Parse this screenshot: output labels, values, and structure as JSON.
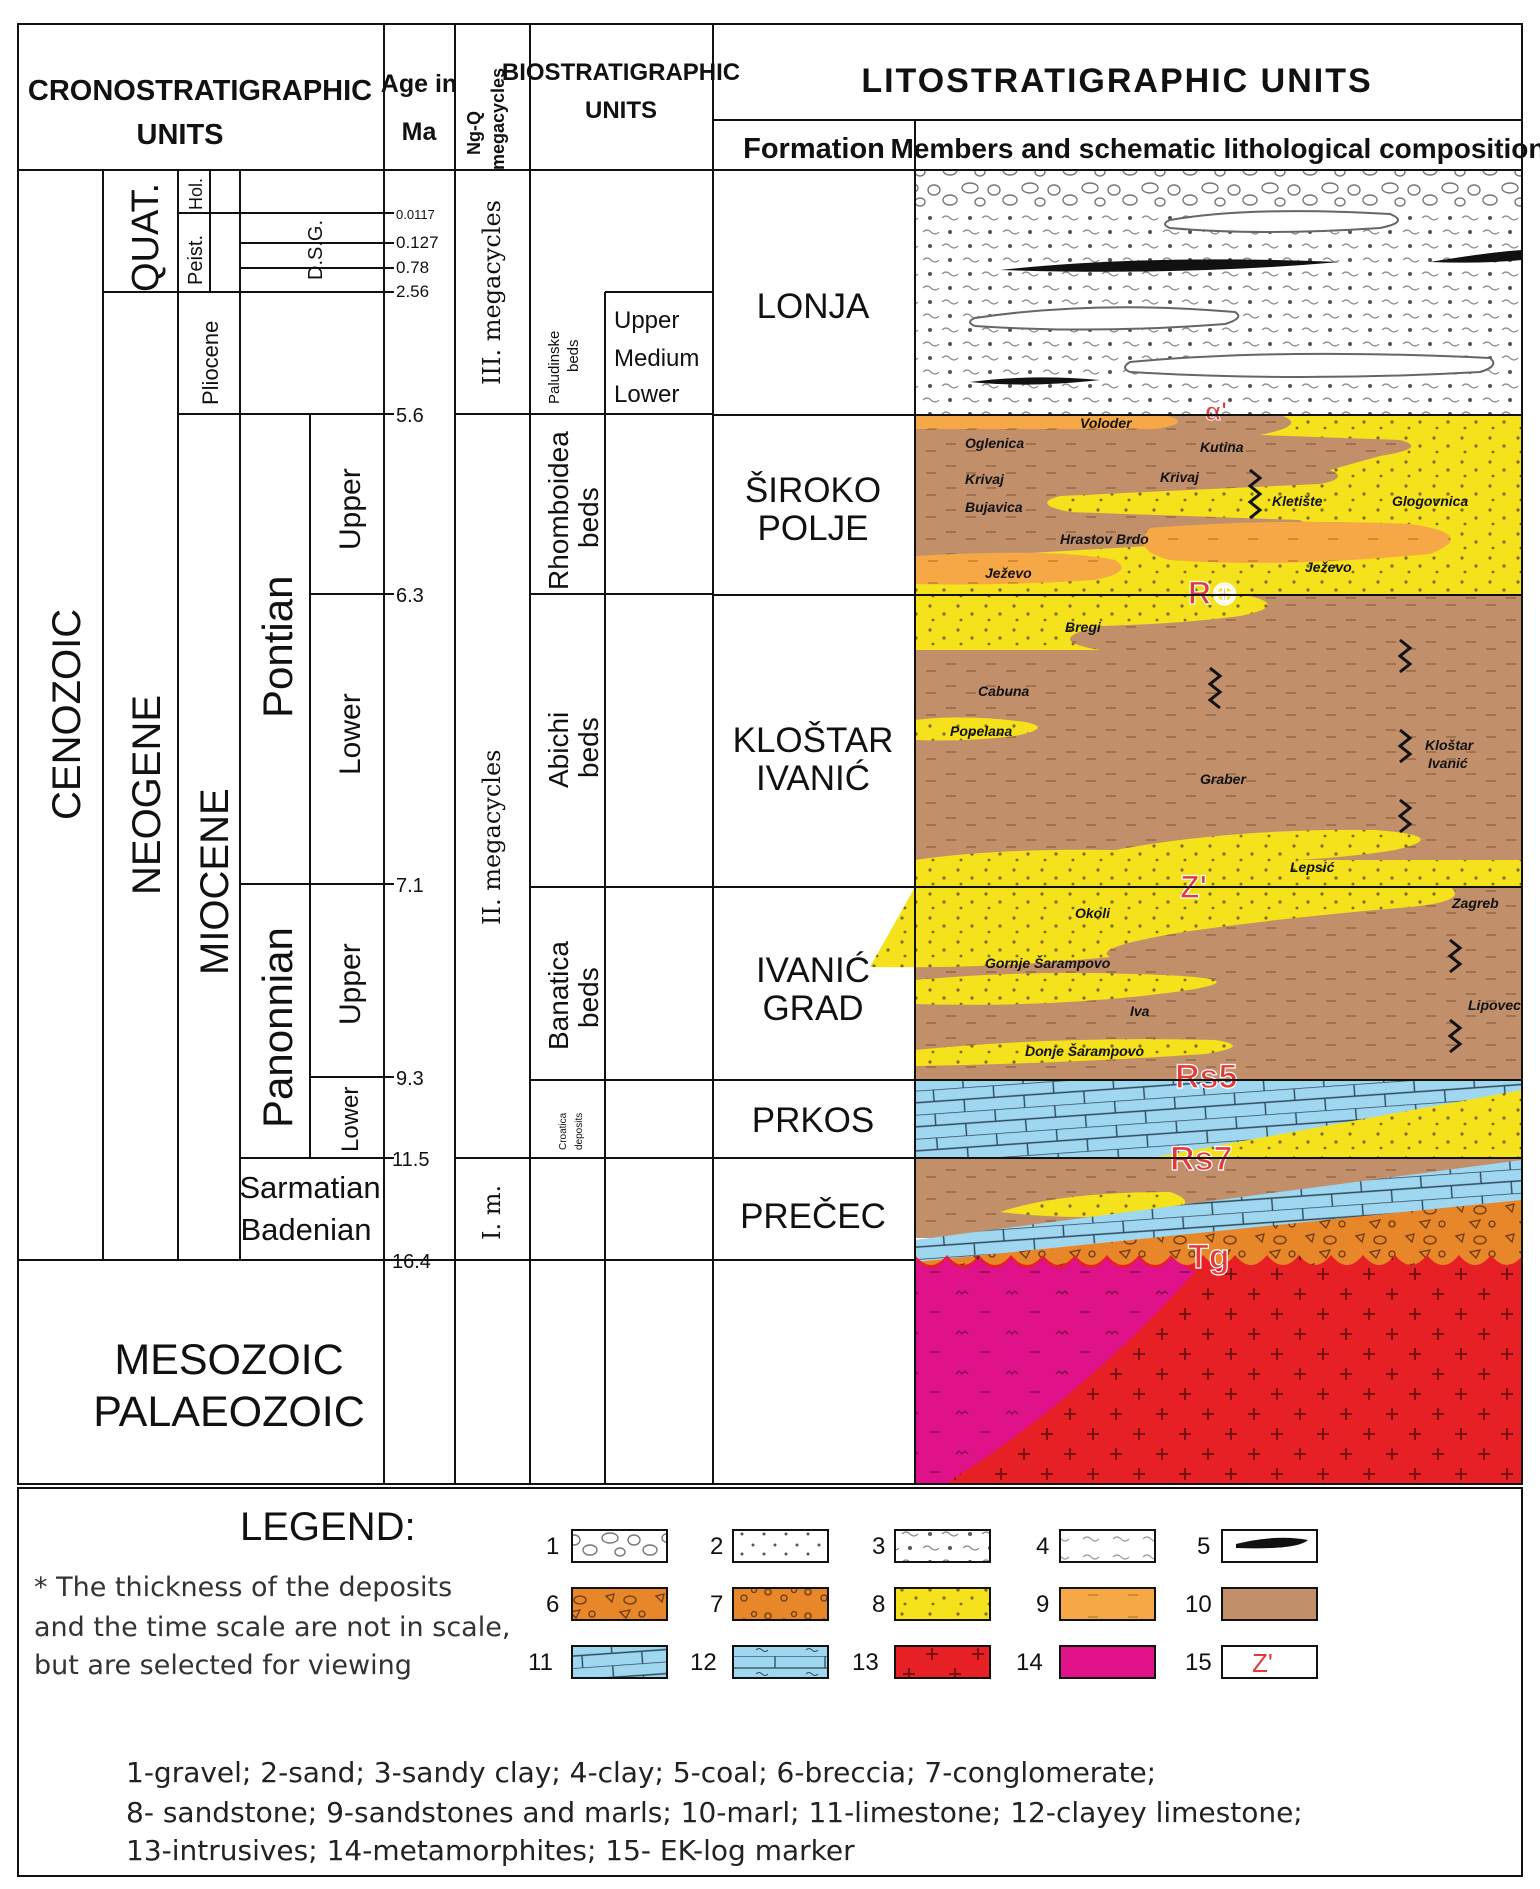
{
  "header": {
    "chrono_line1": "CRONOSTRATIGRAPHIC",
    "chrono_line2": "UNITS",
    "age_line1": "Age in",
    "age_line2": "Ma",
    "megacycles_line1": "Ng-Q",
    "megacycles_line2": "megacycles",
    "bio_line1": "BIOSTRATIGRAPHIC",
    "bio_line2": "UNITS",
    "lito": "LITOSTRATIGRAPHIC UNITS",
    "formation": "Formation",
    "members": "Members and schematic lithological composition"
  },
  "chrono": {
    "cenozoic": "CENOZOIC",
    "quat": "QUAT.",
    "neogene": "NEOGENE",
    "hol": "Hol.",
    "peist": "Peist.",
    "dsg": "D.S.G.",
    "pliocene": "Pliocene",
    "miocene": "MIOCENE",
    "pontian": "Pontian",
    "pannonian": "Panonnian",
    "upper": "Upper",
    "lower": "Lower",
    "sarmatian": "Sarmatian",
    "badenian": "Badenian",
    "mesozoic": "MESOZOIC",
    "palaeozoic": "PALAEOZOIC"
  },
  "ages": [
    "0.0117",
    "0.127",
    "0.78",
    "2.56",
    "5.6",
    "6.3",
    "7.1",
    "9.3",
    "11.5",
    "16.4"
  ],
  "megacycles": {
    "third": "III. megacycles",
    "second": "II. megacycles",
    "first": "I. m."
  },
  "bio": {
    "paludinske": "Paludinske beds",
    "paludinske_l1": "Paludinske",
    "paludinske_l2": "beds",
    "upper": "Upper",
    "medium": "Medium",
    "lower": "Lower",
    "rhomboidea_l1": "Rhomboidea",
    "rhomboidea_l2": "beds",
    "abichi_l1": "Abichi",
    "abichi_l2": "beds",
    "banatica_l1": "Banatica",
    "banatica_l2": "beds",
    "croatica_l1": "Croatica",
    "croatica_l2": "deposits"
  },
  "formations": {
    "lonja": "LONJA",
    "siroko_l1": "ŠIROKO",
    "siroko_l2": "POLJE",
    "klostar_l1": "KLOŠTAR",
    "klostar_l2": "IVANIĆ",
    "ivanic_l1": "IVANIĆ",
    "ivanic_l2": "GRAD",
    "prkos": "PRKOS",
    "precec": "PREČEC"
  },
  "members": {
    "voloder": "Voloder",
    "oglenica": "Oglenica",
    "kutina": "Kutina",
    "krivaj1": "Krivaj",
    "krivaj2": "Krivaj",
    "klektiste": "Kletište",
    "bujavica": "Bujavica",
    "glogovnica": "Glogovnica",
    "hrastov_brdo": "Hrastov Brdo",
    "jezevo1": "Ježevo",
    "jezevo2": "Ježevo",
    "bregi": "Bregi",
    "cabuna": "Cabuna",
    "popelana": "Popelana",
    "klostar_ivanic_l1": "Kloštar",
    "klostar_ivanic_l2": "Ivanić",
    "graber": "Graber",
    "lepsic": "Lepsić",
    "zagreb": "Zagreb",
    "okoli": "Okoli",
    "gornje_sarampovo": "Gornje Šarampovo",
    "lipovec": "Lipovec",
    "iva": "Iva",
    "donje_sarampovo": "Donje Šarampovo"
  },
  "markers": {
    "alpha": "α'",
    "r_delta": "R⊕",
    "z": "Z'",
    "rs5": "Rs5",
    "rs7": "Rs7",
    "tg": "Tg"
  },
  "legend": {
    "title": "LEGEND:",
    "note_l1": "* The thickness of the deposits",
    "note_l2": "and the time scale are not in scale,",
    "note_l3": "but are selected for viewing",
    "items": [
      "1",
      "2",
      "3",
      "4",
      "5",
      "6",
      "7",
      "8",
      "9",
      "10",
      "11",
      "12",
      "13",
      "14",
      "15"
    ],
    "marker_symbol": "Z'",
    "desc_l1": "1-gravel; 2-sand; 3-sandy clay; 4-clay; 5-coal; 6-breccia; 7-conglomerate;",
    "desc_l2": "8- sandstone; 9-sandstones and marls; 10-marl; 11-limestone; 12-clayey limestone;",
    "desc_l3": "13-intrusives; 14-metamorphites; 15- EK-log marker"
  },
  "colors": {
    "sandstone": "#f5e21c",
    "marl": "#c1906a",
    "sand_marl": "#f5a845",
    "breccia": "#e8862a",
    "limestone": "#9fd6f0",
    "intrusive": "#e62025",
    "metamorph": "#e0128a",
    "marker_red": "#e23a3a"
  }
}
